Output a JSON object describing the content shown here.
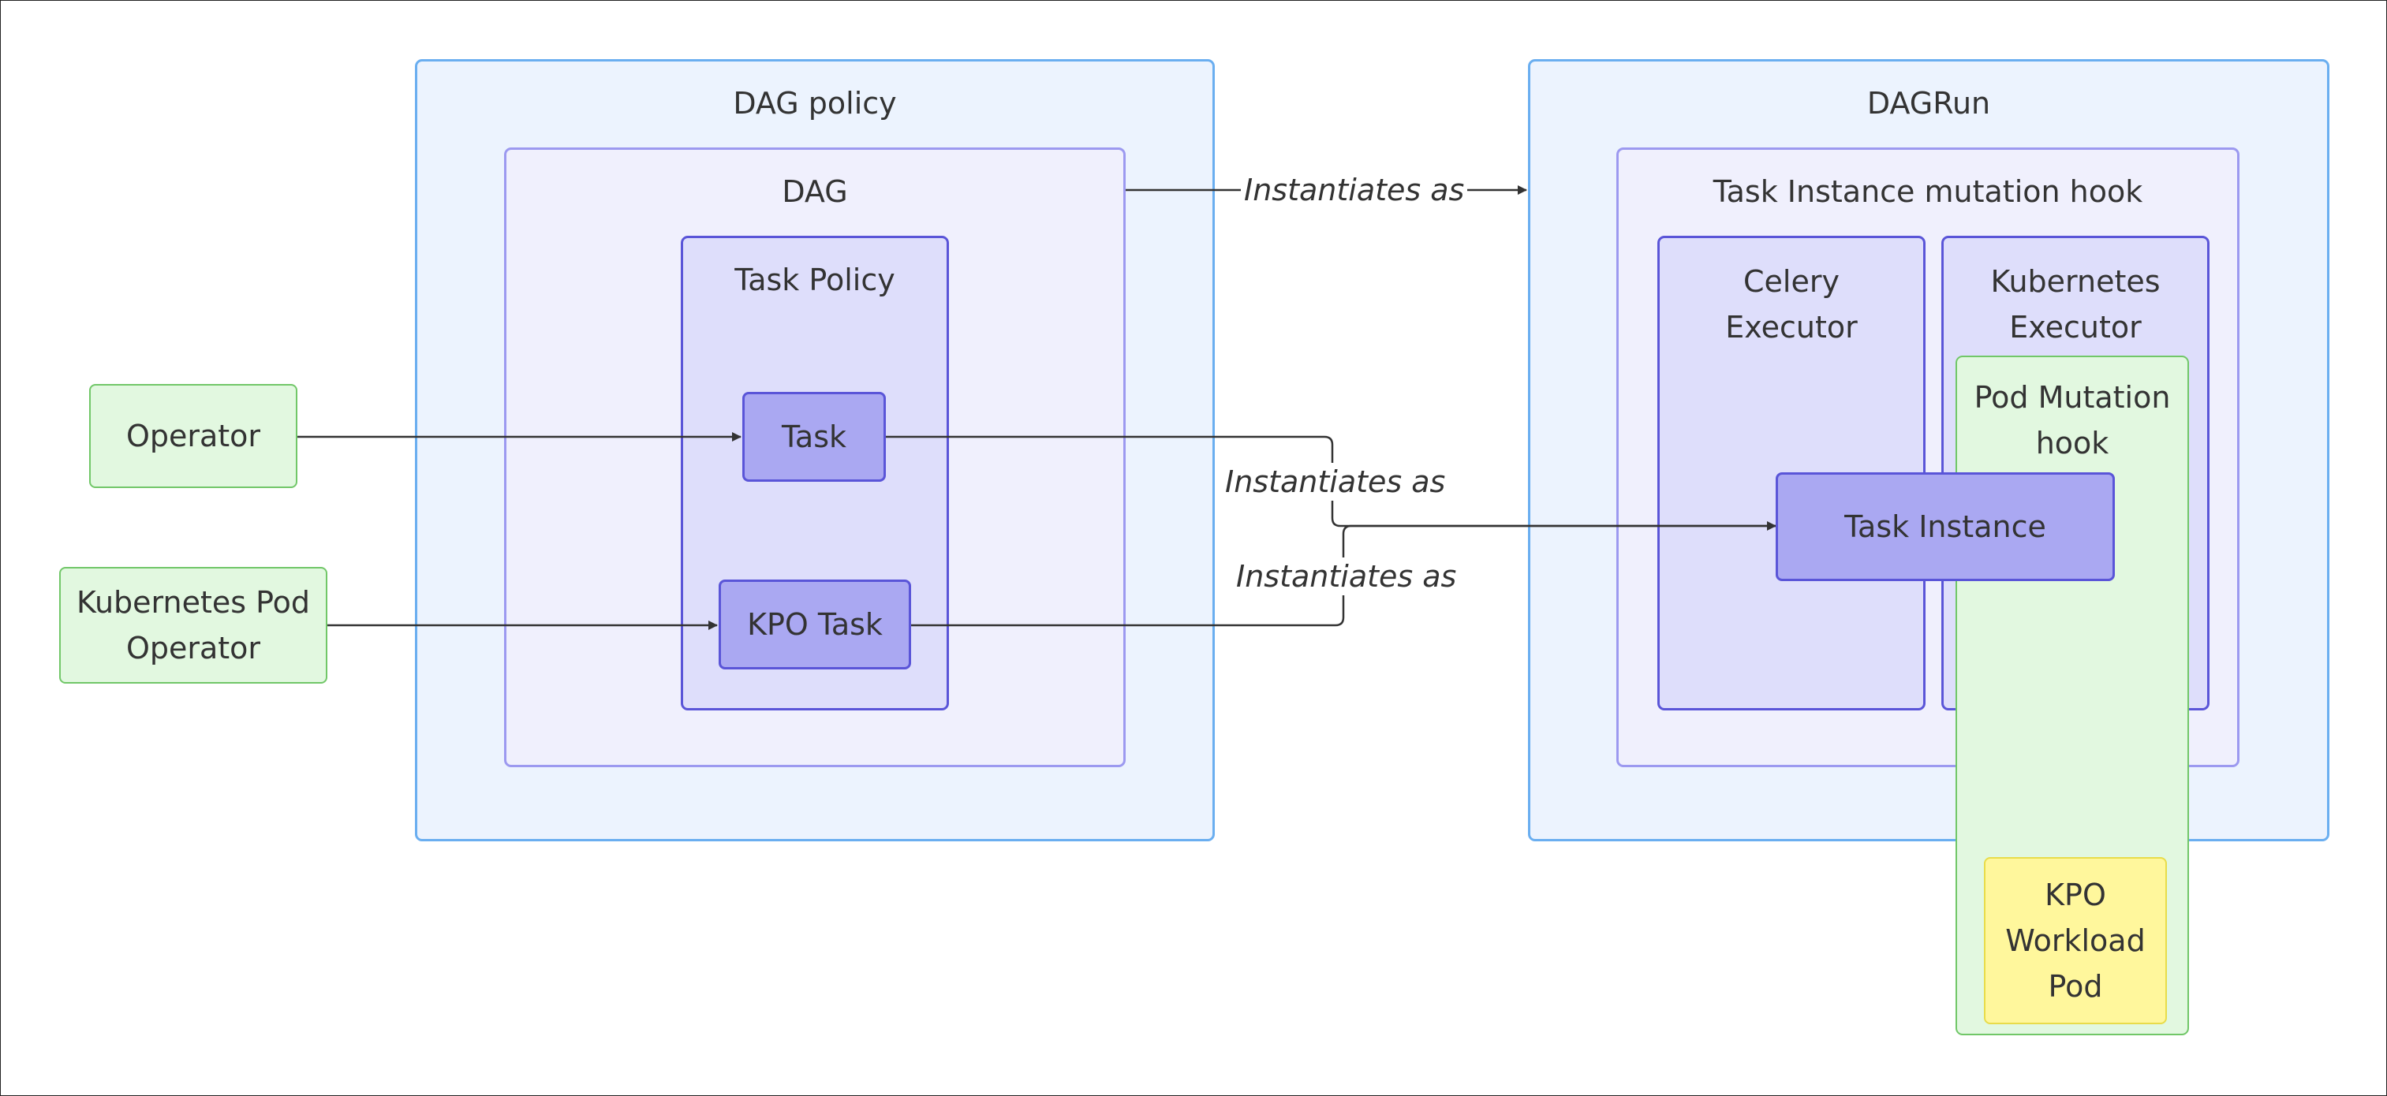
{
  "colors": {
    "outer_fill": "#ecf3fe",
    "outer_stroke": "#6aaef0",
    "mid_fill": "#f0f0fd",
    "mid_stroke": "#9c99f0",
    "inner_fill": "#dedefb",
    "inner_stroke": "#5a55d8",
    "task_fill": "#aaa8f2",
    "task_stroke": "#5a55d8",
    "green_fill": "#e2f8e0",
    "green_stroke": "#71c768",
    "yellow_fill": "#fff79c",
    "yellow_stroke": "#e8dc4a",
    "edge": "#333333"
  },
  "diagram": {
    "groups": {
      "dag_policy": "DAG policy",
      "dag": "DAG",
      "task_policy": "Task Policy",
      "dagrun": "DAGRun",
      "ti_mutation_hook": "Task Instance mutation hook",
      "celery_executor": "Celery\nExecutor",
      "kubernetes_executor": "Kubernetes\nExecutor",
      "pod_mutation_hook": "Pod Mutation\nhook"
    },
    "nodes": {
      "operator": "Operator",
      "kpo": "Kubernetes Pod\nOperator",
      "task": "Task",
      "kpo_task": "KPO Task",
      "task_instance": "Task Instance",
      "kpo_workload_pod": "KPO\nWorkload\nPod"
    },
    "edge_labels": {
      "dag_to_dagrun": "Instantiates as",
      "task_to_ti": "Instantiates as",
      "kpo_task_to_ti": "Instantiates as"
    }
  }
}
